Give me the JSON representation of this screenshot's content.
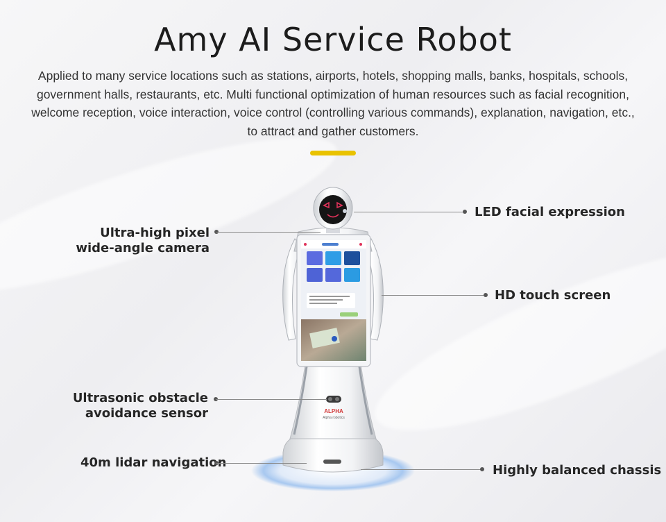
{
  "header": {
    "title": "Amy AI Service Robot",
    "description": "Applied to many service locations such as stations, airports, hotels, shopping malls, banks, hospitals, schools, government halls, restaurants, etc. Multi functional optimization of human resources such as facial recognition, welcome reception, voice interaction, voice control (controlling various commands), explanation, navigation, etc., to attract and gather customers."
  },
  "colors": {
    "accent": "#e9c200",
    "lidar_glow": "#9fc3ef",
    "face_eye": "#e0325a"
  },
  "callouts": {
    "led": "LED facial expression",
    "camera_line1": "Ultra-high pixel",
    "camera_line2": "wide-angle camera",
    "screen": "HD touch screen",
    "ultrasonic_line1": "Ultrasonic obstacle",
    "ultrasonic_line2": "avoidance sensor",
    "lidar": "40m lidar navigation",
    "chassis": "Highly balanced chassis"
  },
  "robot": {
    "brand": "ALPHA",
    "brand_sub": "Alpha robotics"
  }
}
